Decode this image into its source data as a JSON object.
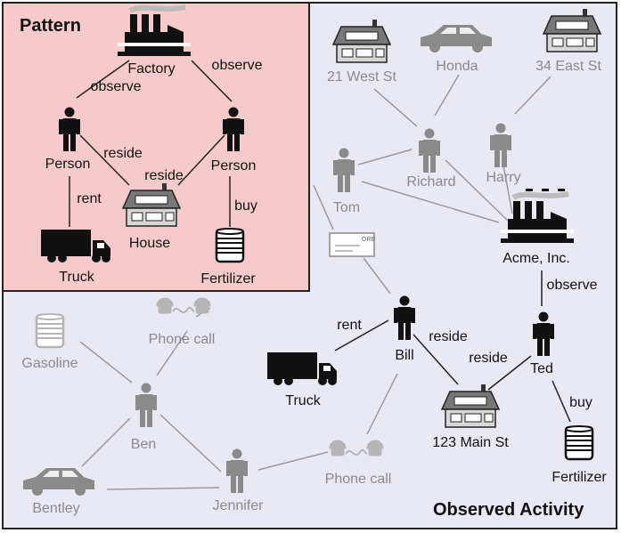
{
  "titles": {
    "pattern": "Pattern",
    "observed": "Observed Activity"
  },
  "pattern": {
    "factory": "Factory",
    "person_left": "Person",
    "person_right": "Person",
    "house": "House",
    "truck": "Truck",
    "fertilizer": "Fertilizer",
    "edges": {
      "observe_left": "observe",
      "observe_right": "observe",
      "reside_left": "reside",
      "reside_right": "reside",
      "rent": "rent",
      "buy": "buy"
    }
  },
  "observed": {
    "nodes": {
      "west21": "21 West St",
      "honda": "Honda",
      "east34": "34 East St",
      "tom": "Tom",
      "richard": "Richard",
      "harry": "Harry",
      "acme": "Acme, Inc.",
      "check_text": "ORB",
      "bill": "Bill",
      "ted": "Ted",
      "truck": "Truck",
      "main123": "123 Main St",
      "fertilizer": "Fertilizer",
      "gasoline": "Gasoline",
      "phone_call_top": "Phone call",
      "ben": "Ben",
      "jennifer": "Jennifer",
      "bentley": "Bentley",
      "phone_call_bottom": "Phone call"
    },
    "edges": {
      "rent": "rent",
      "reside_bill": "reside",
      "reside_ted": "reside",
      "observe": "observe",
      "buy": "buy"
    }
  },
  "colors": {
    "pattern_bg": "#f6caca",
    "observed_bg": "#e9e9f4",
    "active": "#111111",
    "inactive": "#8a8a8a",
    "faint": "#b5b5b5"
  }
}
